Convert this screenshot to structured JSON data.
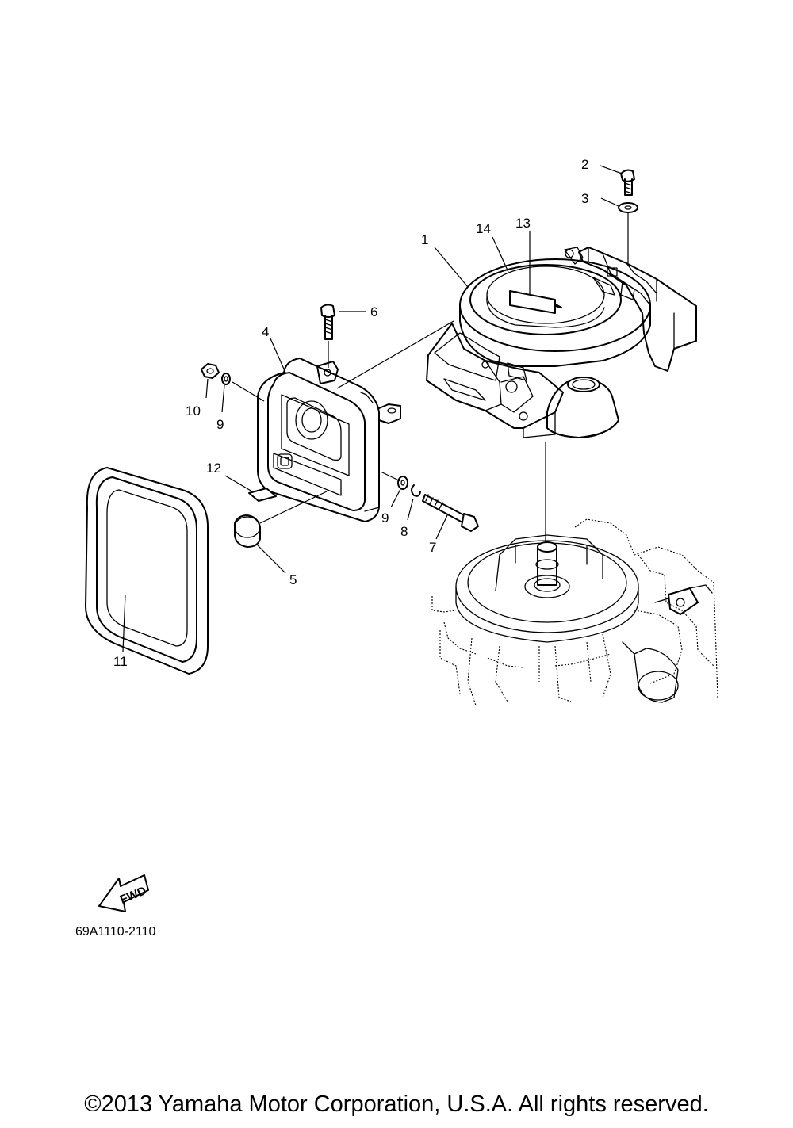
{
  "callouts": {
    "c1": "1",
    "c2": "2",
    "c3": "3",
    "c4": "4",
    "c5": "5",
    "c6": "6",
    "c7": "7",
    "c8": "8",
    "c9a": "9",
    "c9b": "9",
    "c10": "10",
    "c11": "11",
    "c12": "12",
    "c13": "13",
    "c14": "14"
  },
  "fwd_label": "FWD",
  "drawing_number": "69A1110-2110",
  "copyright": "©2013 Yamaha Motor Corporation, U.S.A. All rights reserved."
}
